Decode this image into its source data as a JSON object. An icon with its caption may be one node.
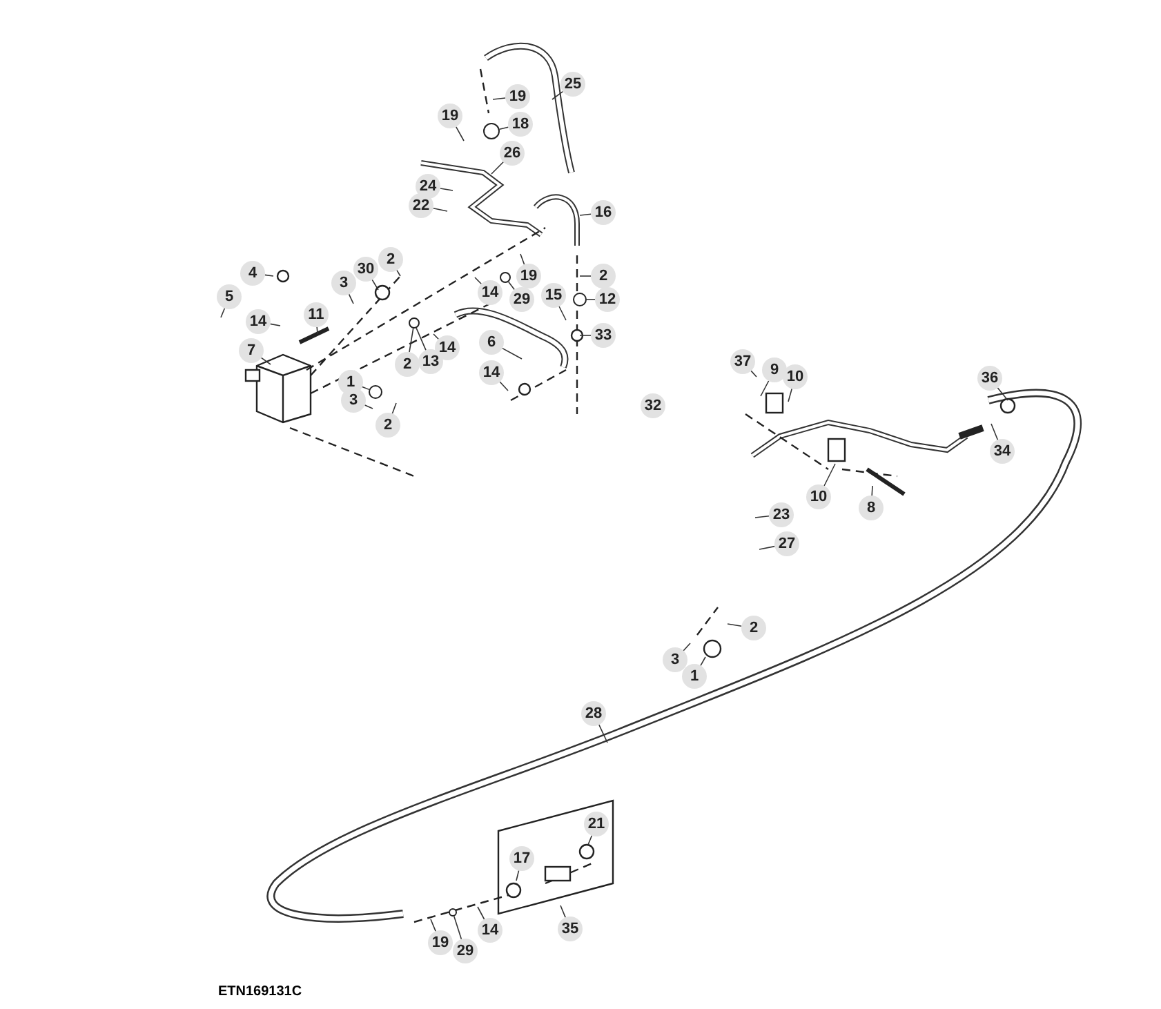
{
  "diagram": {
    "nodes": [
      {
        "text": [
          "25"
        ]
      },
      {
        "text": [
          "19"
        ]
      },
      {
        "text": [
          "19"
        ]
      },
      {
        "text": [
          "18"
        ]
      },
      {
        "text": [
          "26"
        ]
      },
      {
        "text": [
          "24"
        ]
      },
      {
        "text": [
          "22"
        ]
      },
      {
        "text": [
          "16"
        ]
      },
      {
        "text": [
          "4"
        ]
      },
      {
        "text": [
          "30"
        ]
      },
      {
        "text": [
          "2"
        ]
      },
      {
        "text": [
          "3"
        ]
      },
      {
        "text": [
          "19"
        ]
      },
      {
        "text": [
          "2"
        ]
      },
      {
        "text": [
          "5"
        ]
      },
      {
        "text": [
          "14"
        ]
      },
      {
        "text": [
          "11"
        ]
      },
      {
        "text": [
          "14"
        ]
      },
      {
        "text": [
          "29"
        ]
      },
      {
        "text": [
          "15"
        ]
      },
      {
        "text": [
          "12"
        ]
      },
      {
        "text": [
          "33"
        ]
      },
      {
        "text": [
          "7"
        ]
      },
      {
        "text": [
          "2"
        ]
      },
      {
        "text": [
          "13"
        ]
      },
      {
        "text": [
          "14"
        ]
      },
      {
        "text": [
          "6"
        ]
      },
      {
        "text": [
          "14"
        ]
      },
      {
        "text": [
          "1"
        ]
      },
      {
        "text": [
          "3"
        ]
      },
      {
        "text": [
          "2"
        ]
      },
      {
        "text": [
          "37"
        ]
      },
      {
        "text": [
          "9"
        ]
      },
      {
        "text": [
          "10"
        ]
      },
      {
        "text": [
          "32"
        ]
      },
      {
        "text": [
          "36"
        ]
      },
      {
        "text": [
          "34"
        ]
      },
      {
        "text": [
          "10"
        ]
      },
      {
        "text": [
          "8"
        ]
      },
      {
        "text": [
          "23"
        ]
      },
      {
        "text": [
          "27"
        ]
      },
      {
        "text": [
          "2"
        ]
      },
      {
        "text": [
          "3"
        ]
      },
      {
        "text": [
          "1"
        ]
      },
      {
        "text": [
          "28"
        ]
      },
      {
        "text": [
          "21"
        ]
      },
      {
        "text": [
          "17"
        ]
      },
      {
        "text": [
          "35"
        ]
      },
      {
        "text": [
          "19"
        ]
      },
      {
        "text": [
          "29"
        ]
      },
      {
        "text": [
          "14"
        ]
      },
      {
        "text": [],
        "shape": "circle"
      },
      {
        "text": [],
        "shape": "circle"
      },
      {
        "text": [],
        "shape": "circle"
      },
      {
        "text": [],
        "shape": "circle"
      },
      {
        "text": [],
        "shape": "circle"
      },
      {
        "text": [],
        "shape": "circle"
      }
    ],
    "edges": [
      {
        "from": 0,
        "to": null,
        "arrow": "none"
      },
      {
        "from": 1,
        "to": null,
        "arrow": "none"
      },
      {
        "from": 2,
        "to": null,
        "arrow": "none"
      },
      {
        "from": 3,
        "to": 51,
        "arrow": "none"
      },
      {
        "from": 4,
        "to": null,
        "arrow": "none"
      },
      {
        "from": 5,
        "to": null,
        "arrow": "none"
      },
      {
        "from": 6,
        "to": null,
        "arrow": "none"
      },
      {
        "from": 7,
        "to": null,
        "arrow": "none"
      },
      {
        "from": 8,
        "to": null,
        "arrow": "none"
      },
      {
        "from": 9,
        "to": null,
        "arrow": "none"
      },
      {
        "from": 10,
        "to": null,
        "arrow": "none"
      },
      {
        "from": 11,
        "to": null,
        "arrow": "none"
      },
      {
        "from": 12,
        "to": null,
        "arrow": "none"
      },
      {
        "from": 13,
        "to": null,
        "arrow": "none"
      },
      {
        "from": 14,
        "to": null,
        "arrow": "none"
      },
      {
        "from": 15,
        "to": null,
        "arrow": "none"
      },
      {
        "from": 16,
        "to": null,
        "arrow": "none"
      },
      {
        "from": 17,
        "to": null,
        "arrow": "none"
      },
      {
        "from": 18,
        "to": 52,
        "arrow": "none"
      },
      {
        "from": 19,
        "to": null,
        "arrow": "none"
      },
      {
        "from": 20,
        "to": 53,
        "arrow": "none"
      },
      {
        "from": 21,
        "to": null,
        "arrow": "none"
      },
      {
        "from": 22,
        "to": null,
        "arrow": "none"
      },
      {
        "from": 23,
        "to": 54,
        "arrow": "none"
      },
      {
        "from": 24,
        "to": 54,
        "arrow": "none"
      },
      {
        "from": 25,
        "to": null,
        "arrow": "none"
      },
      {
        "from": 26,
        "to": null,
        "arrow": "none"
      },
      {
        "from": 27,
        "to": null,
        "arrow": "none"
      },
      {
        "from": 28,
        "to": 55,
        "arrow": "none"
      },
      {
        "from": 29,
        "to": null,
        "arrow": "none"
      },
      {
        "from": 30,
        "to": null,
        "arrow": "none"
      },
      {
        "from": 31,
        "to": null,
        "arrow": "none"
      },
      {
        "from": 32,
        "to": null,
        "arrow": "none"
      },
      {
        "from": 33,
        "to": null,
        "arrow": "none"
      },
      {
        "from": 35,
        "to": null,
        "arrow": "none"
      },
      {
        "from": 36,
        "to": null,
        "arrow": "none"
      },
      {
        "from": 37,
        "to": null,
        "arrow": "none"
      },
      {
        "from": 38,
        "to": null,
        "arrow": "none"
      },
      {
        "from": 39,
        "to": null,
        "arrow": "none"
      },
      {
        "from": 40,
        "to": null,
        "arrow": "none"
      },
      {
        "from": 41,
        "to": null,
        "arrow": "none"
      },
      {
        "from": 42,
        "to": null,
        "arrow": "none"
      },
      {
        "from": 43,
        "to": null,
        "arrow": "none"
      },
      {
        "from": 44,
        "to": null,
        "arrow": "none"
      },
      {
        "from": 45,
        "to": null,
        "arrow": "none"
      },
      {
        "from": 46,
        "to": null,
        "arrow": "none"
      },
      {
        "from": 47,
        "to": null,
        "arrow": "none"
      },
      {
        "from": 48,
        "to": null,
        "arrow": "none"
      },
      {
        "from": 49,
        "to": 56,
        "arrow": "none"
      },
      {
        "from": 50,
        "to": null,
        "arrow": "none"
      }
    ],
    "labels": [
      "ETN169131C"
    ]
  }
}
